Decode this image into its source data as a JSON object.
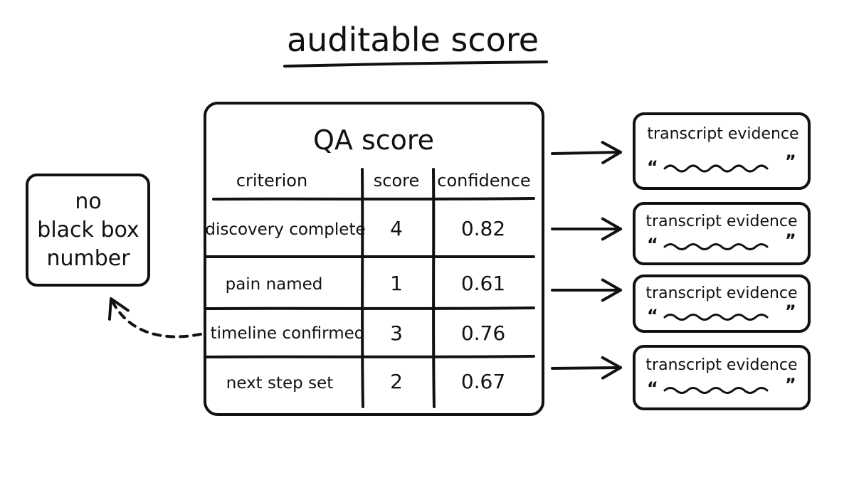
{
  "title": "auditable score",
  "qa_card": {
    "heading": "QA score",
    "columns": [
      "criterion",
      "score",
      "confidence"
    ],
    "rows": [
      {
        "criterion": "discovery complete",
        "score": "4",
        "confidence": "0.82"
      },
      {
        "criterion": "pain named",
        "score": "1",
        "confidence": "0.61"
      },
      {
        "criterion": "timeline confirmed",
        "score": "3",
        "confidence": "0.76"
      },
      {
        "criterion": "next step set",
        "score": "2",
        "confidence": "0.67"
      }
    ]
  },
  "side_note": {
    "lines": [
      "no",
      "black box",
      "number"
    ]
  },
  "evidence_cards": [
    {
      "label": "transcript evidence",
      "open_quote": "“",
      "close_quote": "”"
    },
    {
      "label": "transcript evidence",
      "open_quote": "“",
      "close_quote": "”"
    },
    {
      "label": "transcript evidence",
      "open_quote": "“",
      "close_quote": "”"
    },
    {
      "label": "transcript evidence",
      "open_quote": "“",
      "close_quote": "”"
    }
  ]
}
